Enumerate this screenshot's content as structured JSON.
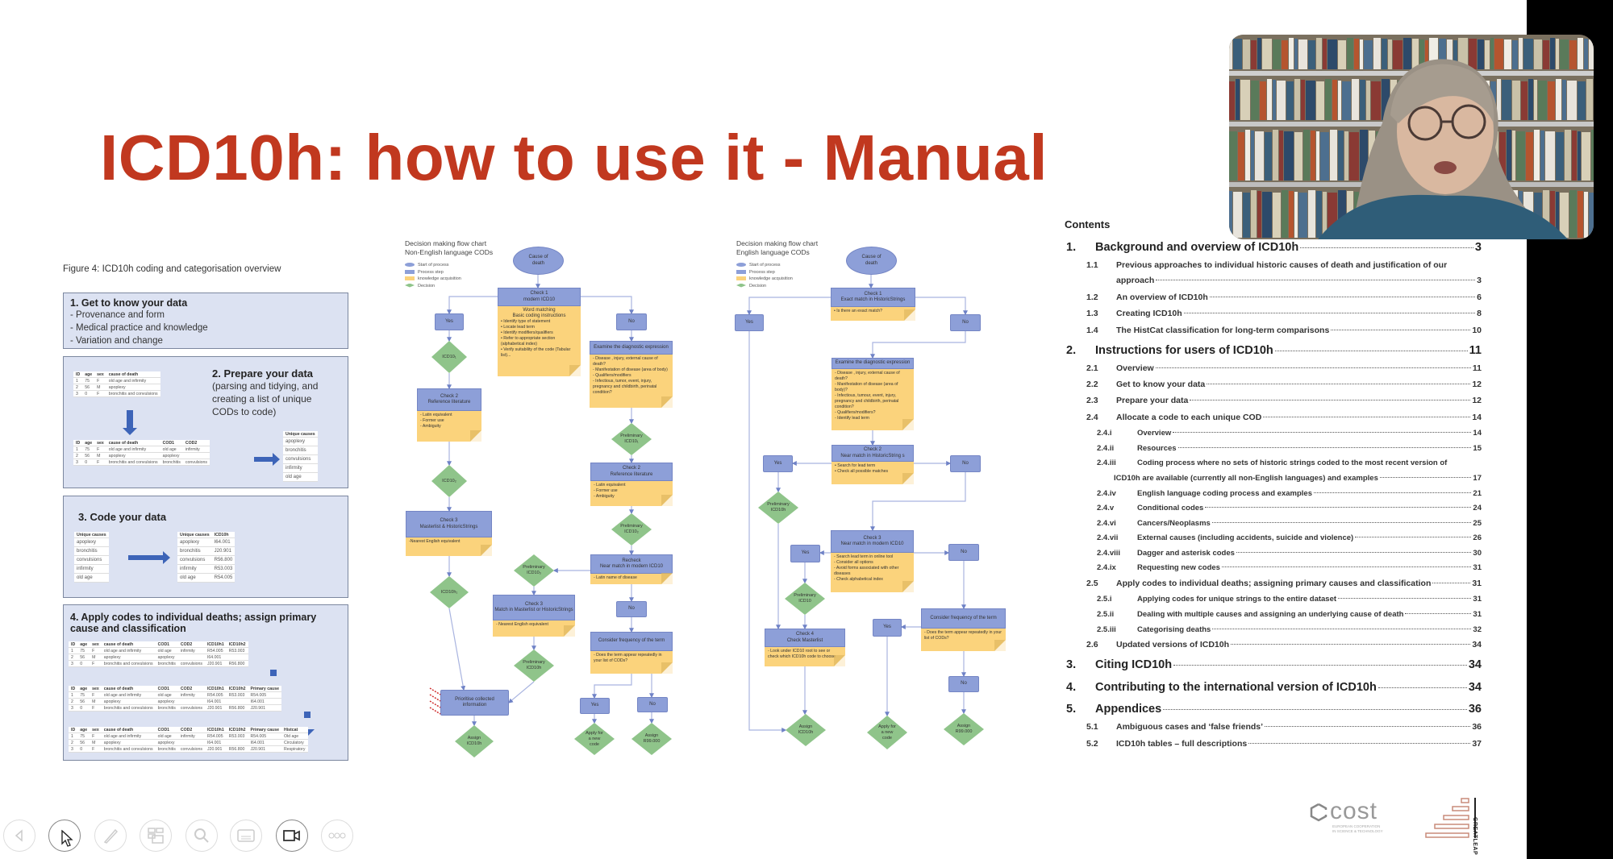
{
  "slide": {
    "title": "ICD10h: how to use it - Manual"
  },
  "figure": {
    "caption": "Figure 4: ICD10h coding and categorisation overview",
    "step1": {
      "heading": "1.   Get to know your data",
      "bullets": [
        "-     Provenance and form",
        "-     Medical practice and knowledge",
        "-     Variation and change"
      ]
    },
    "step2": {
      "heading": "2. Prepare your data",
      "sub": [
        "(parsing and tidying, and",
        "creating a list of unique",
        "CODs to code)"
      ]
    },
    "step3": {
      "heading": "3. Code your data"
    },
    "step4": {
      "heading_lines": [
        "4. Apply codes to individual deaths; assign primary",
        "cause and classification"
      ]
    },
    "tables": {
      "raw": {
        "headers": [
          "ID",
          "age",
          "sex",
          "cause of death"
        ],
        "rows": [
          [
            "1",
            "75",
            "F",
            "old age and infirmity"
          ],
          [
            "2",
            "56",
            "M",
            "apoplexy"
          ],
          [
            "3",
            "0",
            "F",
            "bronchitis and convulsions"
          ]
        ]
      },
      "parsed": {
        "headers": [
          "ID",
          "age",
          "sex",
          "cause of death",
          "COD1",
          "COD2"
        ],
        "rows": [
          [
            "1",
            "75",
            "F",
            "old age and infirmity",
            "old age",
            "infirmity"
          ],
          [
            "2",
            "56",
            "M",
            "apoplexy",
            "apoplexy",
            ""
          ],
          [
            "3",
            "0",
            "F",
            "bronchitis and convulsions",
            "bronchitis",
            "convulsions"
          ]
        ]
      },
      "unique": {
        "headers": [
          "Unique causes"
        ],
        "rows": [
          [
            "apoplexy"
          ],
          [
            "bronchitis"
          ],
          [
            "convulsions"
          ],
          [
            "infirmity"
          ],
          [
            "old age"
          ]
        ]
      },
      "unique_coded": {
        "headers": [
          "Unique causes",
          "ICD10h"
        ],
        "rows": [
          [
            "apoplexy",
            "I64.001"
          ],
          [
            "bronchitis",
            "J20.901"
          ],
          [
            "convulsions",
            "R56.800"
          ],
          [
            "infirmity",
            "R53.003"
          ],
          [
            "old age",
            "R54.005"
          ]
        ]
      },
      "applied": {
        "headers": [
          "ID",
          "age",
          "sex",
          "cause of death",
          "COD1",
          "COD2",
          "ICD10h1",
          "ICD10h2"
        ],
        "rows": [
          [
            "1",
            "75",
            "F",
            "old age and infirmity",
            "old age",
            "infirmity",
            "R54.005",
            "R53.003"
          ],
          [
            "2",
            "56",
            "M",
            "apoplexy",
            "apoplexy",
            "",
            "I64.001",
            ""
          ],
          [
            "3",
            "0",
            "F",
            "bronchitis and convulsions",
            "bronchitis",
            "convulsions",
            "J20.901",
            "R56.800"
          ]
        ]
      },
      "primary": {
        "headers": [
          "ID",
          "age",
          "sex",
          "cause of death",
          "COD1",
          "COD2",
          "ICD10h1",
          "ICD10h2",
          "Primary cause"
        ],
        "rows": [
          [
            "1",
            "75",
            "F",
            "old age and infirmity",
            "old age",
            "infirmity",
            "R54.005",
            "R53.003",
            "R54.005"
          ],
          [
            "2",
            "56",
            "M",
            "apoplexy",
            "apoplexy",
            "",
            "I64.001",
            "",
            "I64.001"
          ],
          [
            "3",
            "0",
            "F",
            "bronchitis and convulsions",
            "bronchitis",
            "convulsions",
            "J20.901",
            "R56.800",
            "J20.901"
          ]
        ]
      },
      "histcat": {
        "headers": [
          "ID",
          "age",
          "sex",
          "cause of death",
          "COD1",
          "COD2",
          "ICD10h1",
          "ICD10h2",
          "Primary cause",
          "Histcat"
        ],
        "rows": [
          [
            "1",
            "75",
            "F",
            "old age and infirmity",
            "old age",
            "infirmity",
            "R54.005",
            "R53.003",
            "R54.005",
            "Old age"
          ],
          [
            "2",
            "56",
            "M",
            "apoplexy",
            "apoplexy",
            "",
            "I64.001",
            "",
            "I64.001",
            "Circulatory"
          ],
          [
            "3",
            "0",
            "F",
            "bronchitis and convulsions",
            "bronchitis",
            "convulsions",
            "J20.901",
            "R56.800",
            "J20.901",
            "Respiratory"
          ]
        ]
      }
    }
  },
  "legend": {
    "items": [
      "Start of process",
      "Process step",
      "knowledge acquisition",
      "Decision"
    ],
    "colors": {
      "start": "#8d9fd8",
      "process": "#8d9fd8",
      "knowledge": "#fbd37c",
      "decision": "#8fc48a"
    }
  },
  "fc1": {
    "title_lines": [
      "Decision making flow chart",
      "Non-English language CODs"
    ],
    "nodes": {
      "start": {
        "lines": [
          "Cause of",
          "death"
        ]
      },
      "check1": {
        "title": [
          "Check 1",
          "modern ICD10"
        ],
        "body_head": [
          "Word matching",
          "Basic coding instructions"
        ],
        "items": [
          "• Identify type of statement",
          "• Locate lead term",
          "• Identify modifiers/qualifiers",
          "• Refer to appropriate section (alphabetical index)",
          "• Verify suitability of the code (Tabular list)..."
        ]
      },
      "yes1": {
        "lines": [
          "Yes"
        ]
      },
      "no1": {
        "lines": [
          "No"
        ]
      },
      "icd10_1": {
        "lines": [
          "ICD10₁"
        ]
      },
      "check2L": {
        "title": [
          "Check 2",
          "Reference literature"
        ],
        "items": [
          "- Latin equivalent",
          "- Former use",
          "- Ambiguity"
        ]
      },
      "examine": {
        "title": [
          "Examine the diagnostic expression"
        ],
        "items": [
          "- Disease , injury, external cause of death?",
          "- Manifestation of disease (area of body)",
          "- Qualifiers/modifiers",
          "- Infectious, tumor, event, injury, pregnancy and childbirth, perinatal condition?"
        ]
      },
      "prelim1": {
        "lines": [
          "Preliminary",
          "ICD10₁"
        ]
      },
      "icd10_2": {
        "lines": [
          "ICD10₂"
        ]
      },
      "check3L": {
        "title": [
          "Check 3",
          "Masterlist & HistoricStrings"
        ],
        "items": [
          "-Nearest English equivalent"
        ]
      },
      "icd10h1": {
        "lines": [
          "ICD10h₁"
        ]
      },
      "check2R": {
        "title": [
          "Check 2",
          "Reference literature"
        ],
        "items": [
          "- Latin equivalent",
          "- Former use",
          "- Ambiguity"
        ]
      },
      "prelim2": {
        "lines": [
          "Preliminary",
          "ICD10₂"
        ]
      },
      "recheck": {
        "title": [
          "Recheck",
          "Near match in modern ICD10"
        ],
        "items": [
          "- Latin name of disease"
        ]
      },
      "prelim3": {
        "lines": [
          "Preliminary",
          "ICD10₃"
        ]
      },
      "check3M": {
        "title": [
          "Check 3",
          "Match in Masterlist or HistoricStrings"
        ],
        "items": [
          "- Nearest English equivalent"
        ]
      },
      "prelimh": {
        "lines": [
          "Preliminary",
          "ICD10h"
        ]
      },
      "no2": {
        "lines": [
          "No"
        ]
      },
      "freq": {
        "title": [
          "Consider frequency of the term"
        ],
        "items": [
          "- Does the term appear repeatedly in your list of CODs?"
        ]
      },
      "prioritise": {
        "lines": [
          "Prioritise collected",
          "information"
        ]
      },
      "yes3": {
        "lines": [
          "Yes"
        ]
      },
      "no3": {
        "lines": [
          "No"
        ]
      },
      "assign": {
        "lines": [
          "Assign",
          "ICD10h"
        ]
      },
      "apply": {
        "lines": [
          "Apply for",
          "a new",
          "code"
        ]
      },
      "r99": {
        "lines": [
          "Assign",
          "R99.000"
        ]
      }
    }
  },
  "fc2": {
    "title_lines": [
      "Decision making flow chart",
      "English language CODs"
    ],
    "nodes": {
      "start": {
        "lines": [
          "Cause of",
          "death"
        ]
      },
      "check1": {
        "title": [
          "Check 1",
          "Exact match in HistoricStrings"
        ],
        "items": [
          "• Is there an exact match?"
        ]
      },
      "yes1": {
        "lines": [
          "Yes"
        ]
      },
      "no1": {
        "lines": [
          "No"
        ]
      },
      "examine": {
        "title": [
          "Examine the diagnostic expression"
        ],
        "items": [
          "- Disease , injury, external cause of death?",
          "- Manifestation of disease (area of body)?",
          "- Infectious, tumour, event, injury, pregnancy and childbirth, perinatal condition?",
          "- Qualifiers/modifiers?",
          "- Identify lead term"
        ]
      },
      "check2": {
        "title": [
          "Check 2",
          "Near match in HistoricString s"
        ],
        "items": [
          "• Search for lead term",
          "• Check all possible matches"
        ]
      },
      "yes2": {
        "lines": [
          "Yes"
        ]
      },
      "no2": {
        "lines": [
          "No"
        ]
      },
      "prelimh": {
        "lines": [
          "Preliminary",
          "ICD10h"
        ]
      },
      "check3": {
        "title": [
          "Check 3",
          "Near match in modern ICD10"
        ],
        "items": [
          "- Search lead term in online tool",
          "- Consider all options",
          "- Avoid forms associated with other diseases",
          "- Check alphabetical index"
        ]
      },
      "yes3": {
        "lines": [
          "Yes"
        ]
      },
      "no3": {
        "lines": [
          "No"
        ]
      },
      "prelim": {
        "lines": [
          "Preliminary",
          "ICD10"
        ]
      },
      "check4": {
        "title": [
          "Check 4",
          "Check Masterlist"
        ],
        "items": [
          "- Look under ICD10 root to see or check which ICD10h code to choose"
        ]
      },
      "freq": {
        "title": [
          "Consider frequency of the term"
        ],
        "items": [
          "- Does the term appear repeatedly in your list of CODs?"
        ]
      },
      "yes4": {
        "lines": [
          "Yes"
        ]
      },
      "no4": {
        "lines": [
          "No"
        ]
      },
      "assign": {
        "lines": [
          "Assign",
          "ICD10h"
        ]
      },
      "apply": {
        "lines": [
          "Apply for",
          "a new",
          "code"
        ]
      },
      "r99": {
        "lines": [
          "Assign",
          "R99.000"
        ]
      }
    }
  },
  "toc": {
    "heading": "Contents",
    "entries": [
      {
        "level": 1,
        "num": "1.",
        "text": "Background and overview of ICD10h",
        "page": "3"
      },
      {
        "level": 2,
        "num": "1.1",
        "text": "Previous approaches to individual historic causes of death and justification of our",
        "text_cont": "approach",
        "page": "3"
      },
      {
        "level": 2,
        "num": "1.2",
        "text": "An overview of ICD10h",
        "page": "6"
      },
      {
        "level": 2,
        "num": "1.3",
        "text": "Creating ICD10h",
        "page": "8"
      },
      {
        "level": 2,
        "num": "1.4",
        "text": "The HistCat classification for long-term comparisons",
        "page": "10"
      },
      {
        "level": 1,
        "num": "2.",
        "text": "Instructions for users of ICD10h",
        "page": "11"
      },
      {
        "level": 2,
        "num": "2.1",
        "text": "Overview",
        "page": "11"
      },
      {
        "level": 2,
        "num": "2.2",
        "text": "Get to know your data",
        "page": "12"
      },
      {
        "level": 2,
        "num": "2.3",
        "text": "Prepare your data",
        "page": "12"
      },
      {
        "level": 2,
        "num": "2.4",
        "text": "Allocate a code to each unique COD",
        "page": "14"
      },
      {
        "level": 3,
        "num": "2.4.i",
        "text": "Overview",
        "page": "14"
      },
      {
        "level": 3,
        "num": "2.4.ii",
        "text": "Resources",
        "page": "15"
      },
      {
        "level": 3,
        "num": "2.4.iii",
        "text": "Coding process where no sets of historic strings coded to the most recent version of",
        "text_cont": "ICD10h are available (currently all non-English languages) and examples",
        "page": "17"
      },
      {
        "level": 3,
        "num": "2.4.iv",
        "text": "English language coding process and examples",
        "page": "21"
      },
      {
        "level": 3,
        "num": "2.4.v",
        "text": "Conditional codes",
        "page": "24"
      },
      {
        "level": 3,
        "num": "2.4.vi",
        "text": "Cancers/Neoplasms",
        "page": "25"
      },
      {
        "level": 3,
        "num": "2.4.vii",
        "text": "External causes (including accidents, suicide and violence)",
        "page": "26"
      },
      {
        "level": 3,
        "num": "2.4.viii",
        "text": "Dagger and asterisk codes",
        "page": "30"
      },
      {
        "level": 3,
        "num": "2.4.ix",
        "text": "Requesting new codes",
        "page": "31"
      },
      {
        "level": 2,
        "num": "2.5",
        "text": "Apply codes to individual deaths; assigning primary causes and classification",
        "page": "31"
      },
      {
        "level": 3,
        "num": "2.5.i",
        "text": "Applying codes for unique strings to the entire dataset",
        "page": "31"
      },
      {
        "level": 3,
        "num": "2.5.ii",
        "text": "Dealing with multiple causes and assigning an underlying cause of death",
        "page": "31"
      },
      {
        "level": 3,
        "num": "2.5.iii",
        "text": "Categorising deaths",
        "page": "32"
      },
      {
        "level": 2,
        "num": "2.6",
        "text": "Updated versions of ICD10h",
        "page": "34"
      },
      {
        "level": 1,
        "num": "3.",
        "text": "Citing ICD10h",
        "page": "34"
      },
      {
        "level": 1,
        "num": "4.",
        "text": "Contributing to the international version of ICD10h",
        "page": "34"
      },
      {
        "level": 1,
        "num": "5.",
        "text": "Appendices",
        "page": "36"
      },
      {
        "level": 2,
        "num": "5.1",
        "text": "Ambiguous cases and ‘false friends’",
        "page": "36"
      },
      {
        "level": 2,
        "num": "5.2",
        "text": "ICD10h tables – full descriptions",
        "page": "37"
      }
    ]
  },
  "logos": {
    "cost": {
      "name": "cost",
      "tagline": [
        "EUROPEAN COOPERATION",
        "IN SCIENCE & TECHNOLOGY"
      ]
    },
    "greatleap": {
      "name": "GREATLEAP"
    }
  },
  "toolbar": {
    "buttons": [
      "previous-slide",
      "pointer",
      "pen",
      "slides-grid",
      "zoom",
      "subtitles",
      "camera",
      "more-options"
    ]
  },
  "colors": {
    "title": "#c1381f",
    "process": "#8d9fd8",
    "knowledge": "#fbd37c",
    "decision": "#8fc48a",
    "figure_box": "#dce2f2",
    "arrow": "#3d64b8"
  }
}
